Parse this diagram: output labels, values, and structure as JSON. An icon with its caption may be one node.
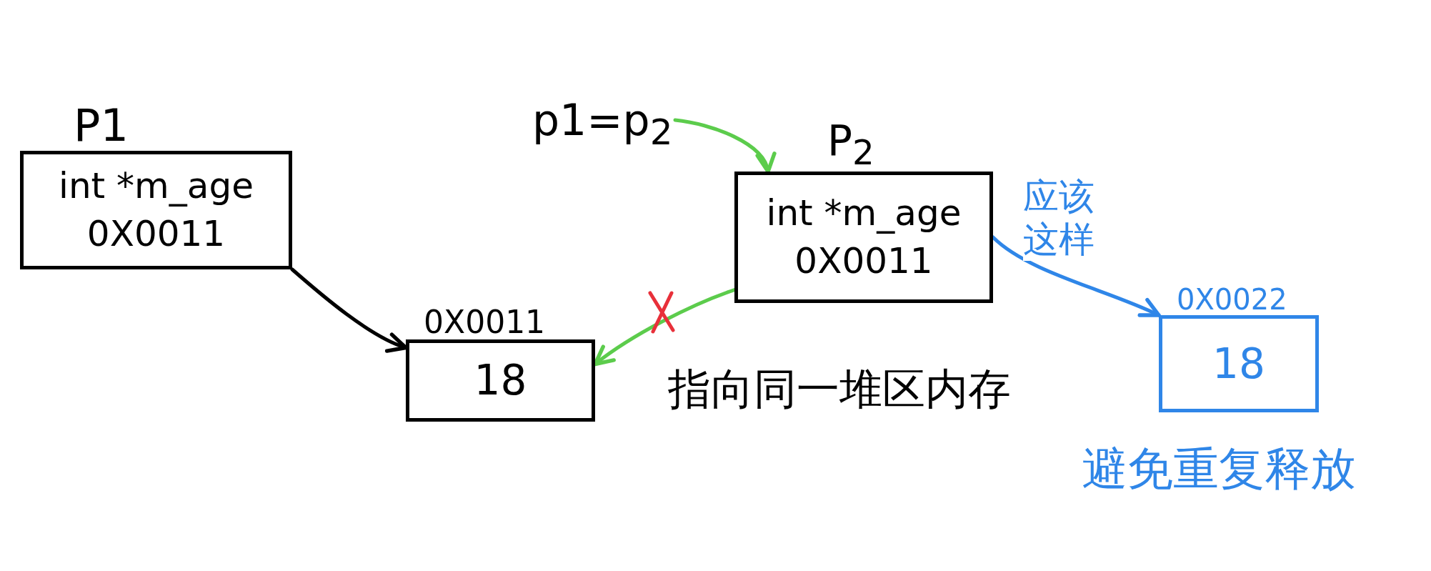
{
  "diagram": {
    "nodes": [
      {
        "text": [
          "P1",
          "int *m_age",
          "0X0011"
        ]
      },
      {
        "text": [
          "0X0011",
          "18"
        ]
      },
      {
        "text": [
          "p1=p$_{2}$"
        ]
      },
      {
        "text": [
          "P$_{2}$",
          "int *m_age",
          "0X0011"
        ]
      },
      {
        "text": [
          "0X0022",
          "18"
        ],
        "beside": [
          "避免重复释放"
        ]
      }
    ],
    "edges": [
      {
        "from": 0,
        "to": 1,
        "arrow": "to",
        "color": "#000000"
      },
      {
        "from": 2,
        "to": 3,
        "arrow": "to",
        "color": "#5ccc4c"
      },
      {
        "from": 3,
        "to": 1,
        "arrow": "to",
        "color": "#5ccc4c"
      },
      {
        "from": 3,
        "to": 4,
        "arrow": "to",
        "color": "#2f86e8",
        "label": "应该这样"
      }
    ],
    "labels": [
      "指向同一堆区内存"
    ]
  }
}
